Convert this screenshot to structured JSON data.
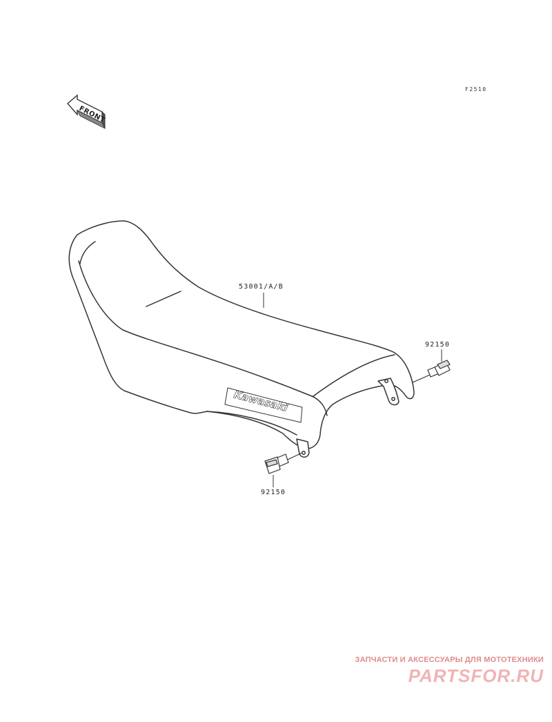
{
  "diagram_code": "F2510",
  "front_indicator": {
    "text": "FRONT"
  },
  "seat": {
    "part_number": "53001/A/B",
    "brand_text": "Kawasaki"
  },
  "bolts": [
    {
      "part_number": "92150"
    },
    {
      "part_number": "92150"
    }
  ],
  "watermark": {
    "line1": "ЗАПЧАСТИ И АКСЕССУАРЫ ДЛЯ МОТОТЕХНИКИ",
    "line2": "PARTSFOR.RU"
  },
  "colors": {
    "line": "#333333",
    "watermark": "#e08a8a"
  }
}
